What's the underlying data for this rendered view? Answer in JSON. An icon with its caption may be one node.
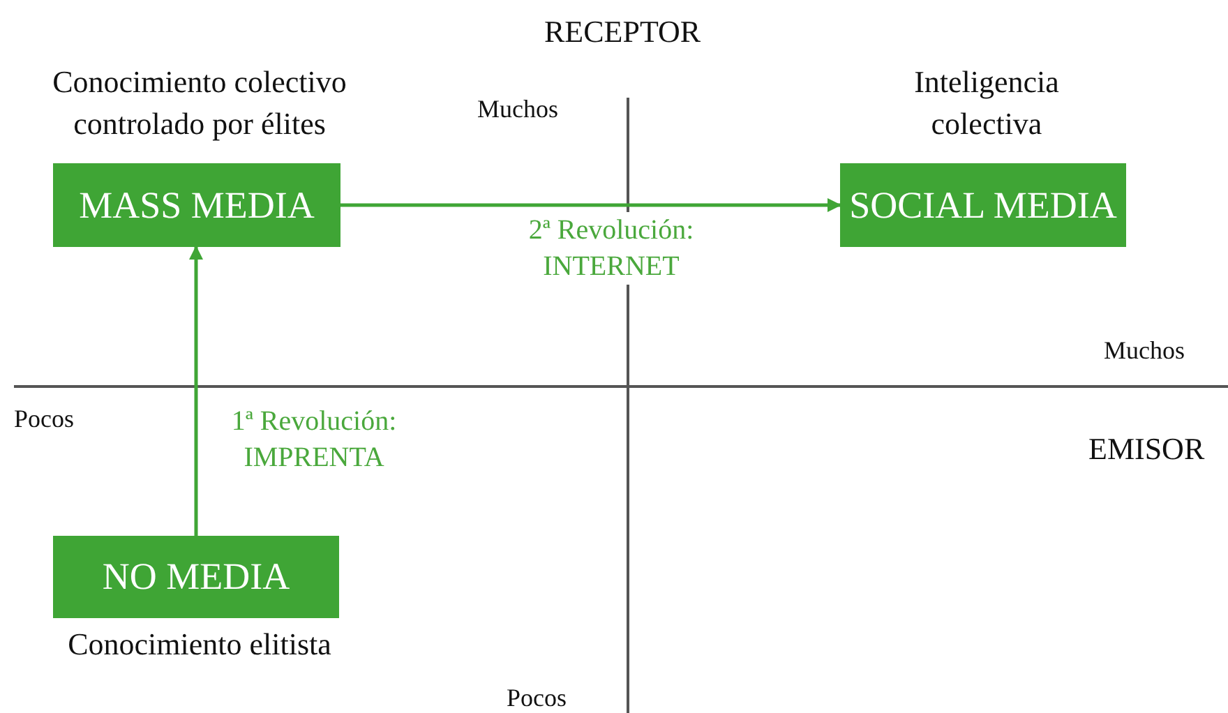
{
  "diagram": {
    "nodes": [
      {
        "text": [
          "MASS MEDIA"
        ],
        "beside": [
          "Conocimiento colectivo controlado por élites"
        ]
      },
      {
        "text": [
          "SOCIAL MEDIA"
        ],
        "beside": [
          "Inteligencia colectiva"
        ]
      },
      {
        "text": [
          "NO MEDIA"
        ],
        "beside": [
          "Conocimiento elitista"
        ]
      }
    ],
    "edges": [
      {
        "from": 2,
        "to": 0,
        "arrow": "to",
        "label": "1ª Revolución: IMPRENTA"
      },
      {
        "from": 0,
        "to": 1,
        "arrow": "to",
        "label": "2ª Revolución: INTERNET"
      }
    ],
    "labels": [
      "RECEPTOR",
      "Muchos",
      "Muchos",
      "Pocos",
      "EMISOR",
      "Pocos"
    ]
  }
}
